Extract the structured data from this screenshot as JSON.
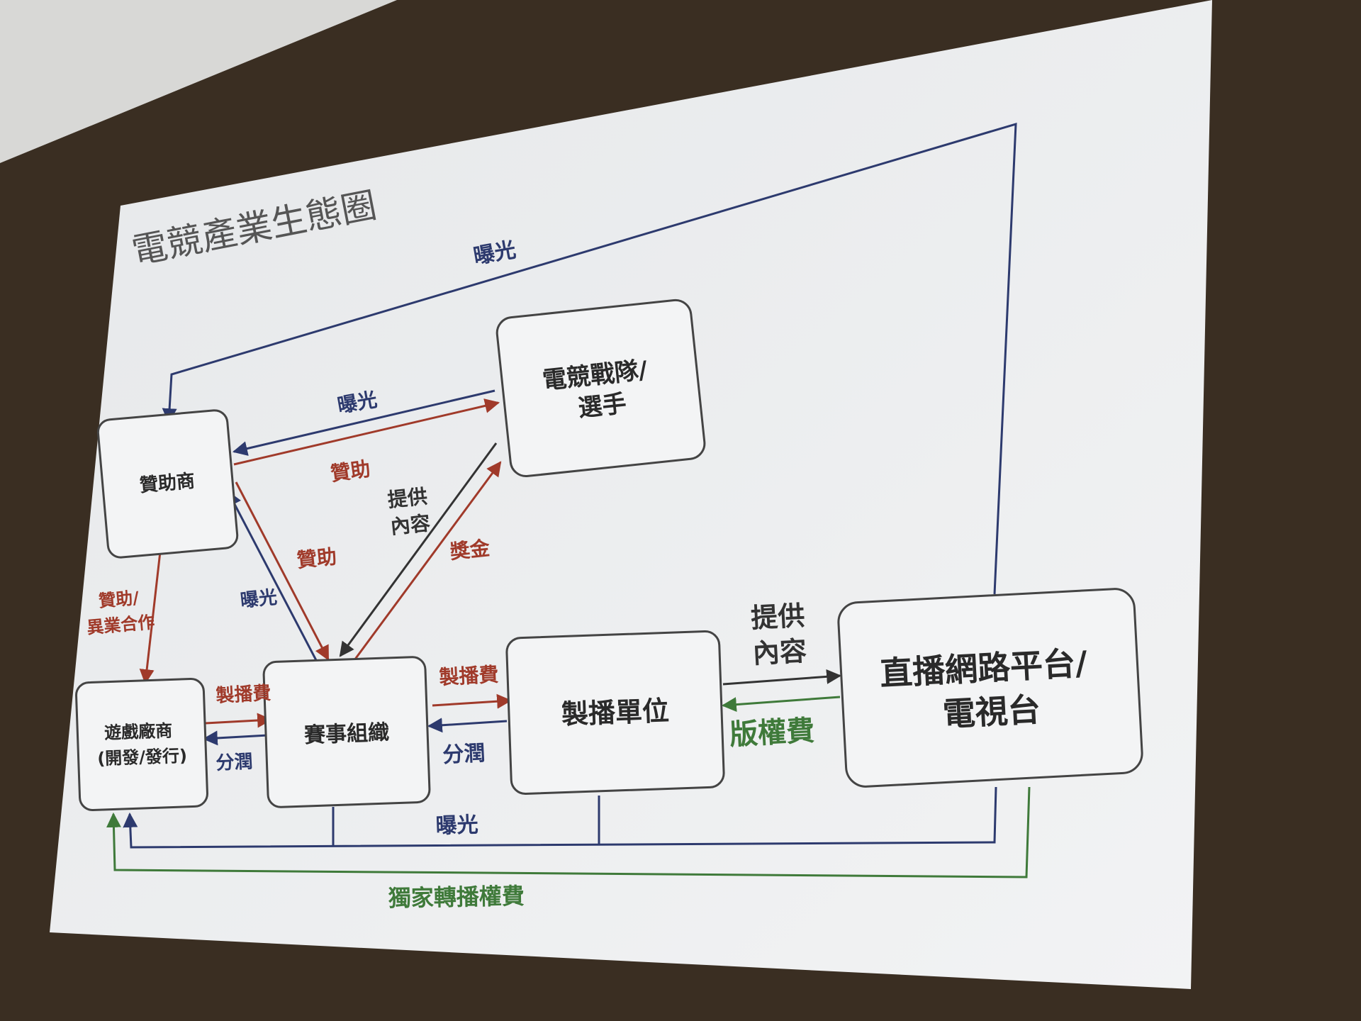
{
  "title": "電競產業生態圈",
  "colors": {
    "blue": "#2d3a6e",
    "red": "#a03a2a",
    "dark": "#333333",
    "green": "#3f7a3a",
    "screen": "#eef0f2",
    "box_fill": "#f3f4f5",
    "box_stroke": "#444444"
  },
  "nodes": {
    "sponsor": [
      "贊助商"
    ],
    "team": [
      "電競戰隊/",
      "選手"
    ],
    "game_publisher": [
      "遊戲廠商",
      "(開發/發行)"
    ],
    "organizer": [
      "賽事組織"
    ],
    "production": [
      "製播單位"
    ],
    "platform": [
      "直播網路平台/",
      "電視台"
    ]
  },
  "edges": {
    "exposure_top": [
      "曝光"
    ],
    "team_sponsor_exposure": [
      "曝光"
    ],
    "sponsor_team_sponsorship": [
      "贊助"
    ],
    "organizer_team_content": [
      "提供",
      "內容"
    ],
    "organizer_team_prize": [
      "獎金"
    ],
    "sponsor_organizer_sponsorship": [
      "贊助"
    ],
    "organizer_sponsor_exposure": [
      "曝光"
    ],
    "sponsor_publisher": [
      "贊助/",
      "異業合作"
    ],
    "publisher_organizer_fee": [
      "製播費"
    ],
    "organizer_publisher_share": [
      "分潤"
    ],
    "organizer_production_fee": [
      "製播費"
    ],
    "production_organizer_share": [
      "分潤"
    ],
    "production_platform_content": [
      "提供",
      "內容"
    ],
    "platform_production_rights": [
      "版權費"
    ],
    "exposure_bottom": [
      "曝光"
    ],
    "exclusive_rights": [
      "獨家轉播權費"
    ]
  }
}
